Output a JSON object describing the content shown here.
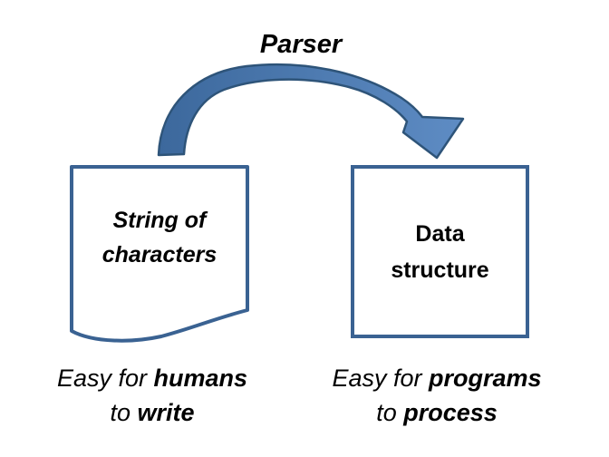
{
  "title": "Parser",
  "source_shape": {
    "line1": "String of",
    "line2": "characters"
  },
  "target_shape": {
    "line1": "Data",
    "line2": "structure"
  },
  "captions": {
    "left": {
      "normal1": "Easy for",
      "bold1": "humans",
      "normal2": "to",
      "bold2": "write"
    },
    "right": {
      "normal1": "Easy for",
      "bold1": "programs",
      "normal2": "to",
      "bold2": "process"
    }
  },
  "colors": {
    "background": "#ffffff",
    "text": "#000000",
    "shape_border": "#3a6292",
    "shape_fill": "#ffffff",
    "arrow_fill_start": "#3c689c",
    "arrow_fill_end": "#5e8cc4",
    "arrow_outline": "#2e5479"
  }
}
